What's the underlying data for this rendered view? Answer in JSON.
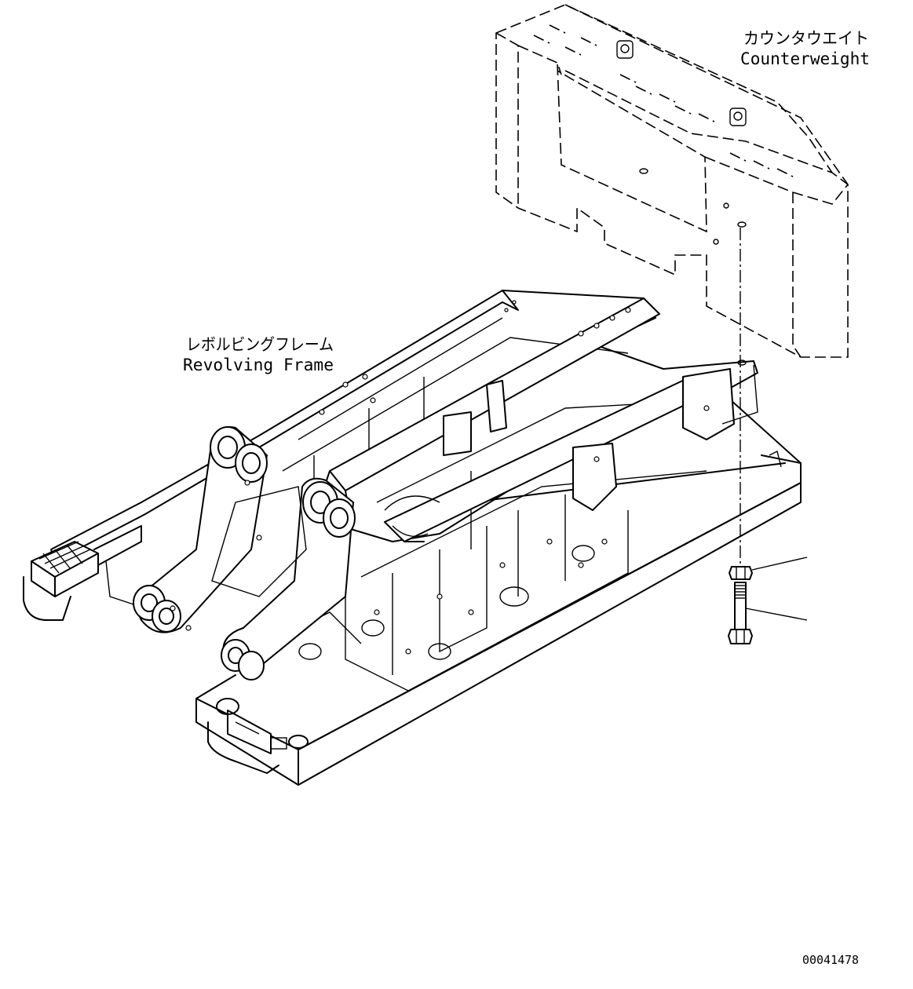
{
  "labels": {
    "counterweight_jp": "カウンタウエイト",
    "counterweight_en": "Counterweight",
    "revolving_frame_jp": "レボルビングフレーム",
    "revolving_frame_en": "Revolving Frame",
    "drawing_number": "00041478"
  },
  "icons": [
    "nut-icon",
    "bolt-icon"
  ]
}
